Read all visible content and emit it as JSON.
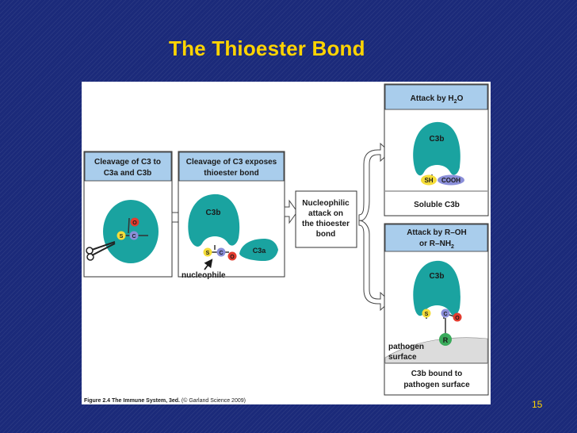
{
  "slide": {
    "title": "The Thioester Bond",
    "page_number": "15"
  },
  "figure": {
    "panel1": {
      "header_line1": "Cleavage of C3 to",
      "header_line2": "C3a and C3b",
      "label_o": "O",
      "label_s": "S",
      "label_c": "C"
    },
    "panel2": {
      "header_line1": "Cleavage of C3 exposes",
      "header_line2": "thioester bond",
      "label_c3b": "C3b",
      "label_c3a": "C3a",
      "label_s": "S",
      "label_c": "C",
      "label_o": "O",
      "nucleophile": "nucleophile"
    },
    "middle": {
      "line1": "Nucleophilic",
      "line2": "attack on",
      "line3": "the thioester",
      "line4": "bond"
    },
    "panel3": {
      "header_main": "Attack by H",
      "header_sub": "2",
      "header_end": "O",
      "label_c3b": "C3b",
      "label_sh": "SH",
      "label_cooh": "COOH",
      "footer": "Soluble C3b"
    },
    "panel4": {
      "header_line1": "Attack by R–OH",
      "header_line2_main": "or R–NH",
      "header_line2_sub": "2",
      "label_c3b": "C3b",
      "label_s": "S",
      "label_c": "C",
      "label_o": "O",
      "label_r": "R",
      "surface_line1": "pathogen",
      "surface_line2": "surface",
      "footer_line1": "C3b bound to",
      "footer_line2": "pathogen surface"
    },
    "caption_bold": "Figure 2.4 The Immune System, 3ed.",
    "caption_rest": " (© Garland Science 2009)"
  },
  "colors": {
    "background": "#1b2a7a",
    "title": "#ffd400",
    "header_blue": "#a9cdec",
    "protein_teal": "#1aa3a0",
    "sulfur_yellow": "#f5dd3a",
    "carbon_purple": "#8b8fd9",
    "oxygen_red": "#e23b2e",
    "r_group_green": "#3aaa5b",
    "surface_grey": "#dcdcdc"
  }
}
